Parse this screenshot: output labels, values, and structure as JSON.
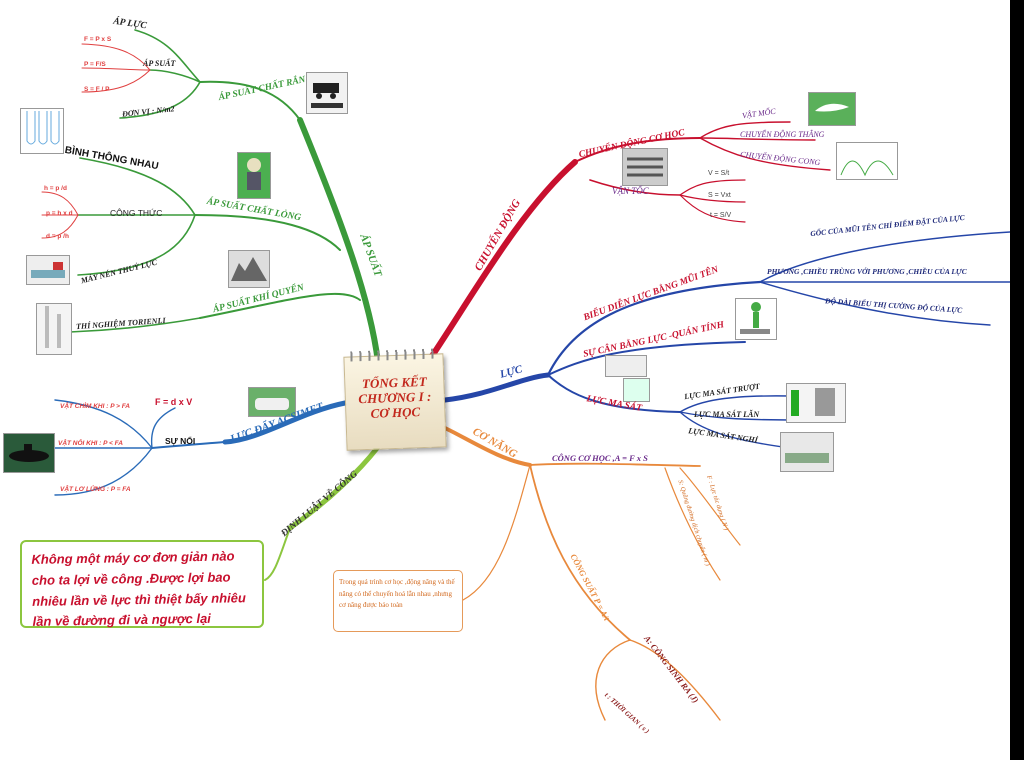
{
  "center": {
    "title": "TỔNG KẾT\nCHƯƠNG I :\nCƠ HỌC"
  },
  "colors": {
    "green": "#3a9a3a",
    "red": "#c8102e",
    "blue": "#2546a8",
    "orange": "#e8893c",
    "purple": "#6a2a8a",
    "lime": "#8cc63f",
    "darkblue": "#1f2a7a"
  },
  "ap_suat": {
    "label": "ÁP SUẤT",
    "chat_ran": {
      "label": "ÁP SUẤT CHẤT RẮN",
      "ap_luc": "ÁP LỰC",
      "ap_suat": "ÁP SUẤT",
      "formulas": [
        "F = P x S",
        "P = F/S",
        "S = F / P"
      ],
      "don_vi": "ĐƠN VỊ : N/m2"
    },
    "chat_long": {
      "label": "ÁP SUẤT CHẤT LỎNG",
      "binh_thong_nhau": "BÌNH THÔNG NHAU",
      "cong_thuc": "CÔNG THỨC",
      "formulas": [
        "h = p /d",
        "p = h x d",
        "d = p /h"
      ],
      "may_nen": "MÁY NÉN THUỶ LỰC"
    },
    "khi_quyen": {
      "label": "ÁP SUẤT KHÍ QUYỂN",
      "torienli": "THÍ NGHIỆM TORIENLI"
    }
  },
  "acsimet": {
    "label": "LỰC ĐẨY ACSIMET",
    "formula": "F = d x V",
    "su_noi": "SỰ NỔI",
    "items": [
      "VẬT CHÌM KHI : P > FA",
      "VẬT NỔI KHI : P < FA",
      "VẬT LƠ LỬNG : P = FA"
    ]
  },
  "dinh_luat": {
    "label": "ĐỊNH LUẬT VỀ CÔNG",
    "note": "Không một máy cơ đơn giản nào cho ta lợi về công .Được lợi bao nhiêu lần về lực thì thiệt bấy nhiêu lần về đường đi và ngược lại"
  },
  "chuyen_dong": {
    "label": "CHUYỂN ĐỘNG",
    "co_hoc": "CHUYỂN ĐỘNG CƠ HỌC",
    "kinds": [
      "VẬT MỐC",
      "CHUYỂN ĐỘNG THẲNG",
      "CHUYỂN ĐỘNG CONG"
    ],
    "van_toc": "VẬN TỐC",
    "formulas": [
      "V = S/t",
      "S = Vxt",
      "t = S/V"
    ]
  },
  "luc": {
    "label": "LỰC",
    "bieu_dien": "BIỂU DIỄN LỰC BẰNG MŨI TÊN",
    "bieu_dien_items": [
      "GỐC CỦA MŨI TÊN CHỈ ĐIỂM ĐẶT CỦA LỰC",
      "PHƯƠNG ,CHIỀU TRÙNG VỚI PHƯƠNG ,CHIỀU CỦA LỰC",
      "ĐỘ DÀI BIỂU THỊ CƯỜNG ĐỘ CỦA LỰC"
    ],
    "can_bang": "SỰ CÂN BẰNG LỰC -QUÁN TÍNH",
    "ma_sat": "LỰC MA SÁT",
    "ma_sat_items": [
      "LỰC MA SÁT TRƯỢT",
      "LỰC MA SÁT LĂN",
      "LỰC MA SÁT NGHỈ"
    ]
  },
  "co_nang": {
    "label": "CƠ NĂNG",
    "cong_co_hoc": "CÔNG CƠ HỌC ,A = F x S",
    "cong_items": [
      "F : Lực tác dụng ( N )",
      "S: Quãng đường dịch chuyển ( m )"
    ],
    "cong_suat": "CÔNG SUẤT P = A/t",
    "a_cong": "A: CÔNG SINH RA (J)",
    "thoi_gian": "t : THỜI GIAN ( s )",
    "note": "Trong quá trình cơ học ,động năng và thế năng có thể chuyển hoá lẫn nhau ,nhưng cơ năng được bảo toàn"
  }
}
